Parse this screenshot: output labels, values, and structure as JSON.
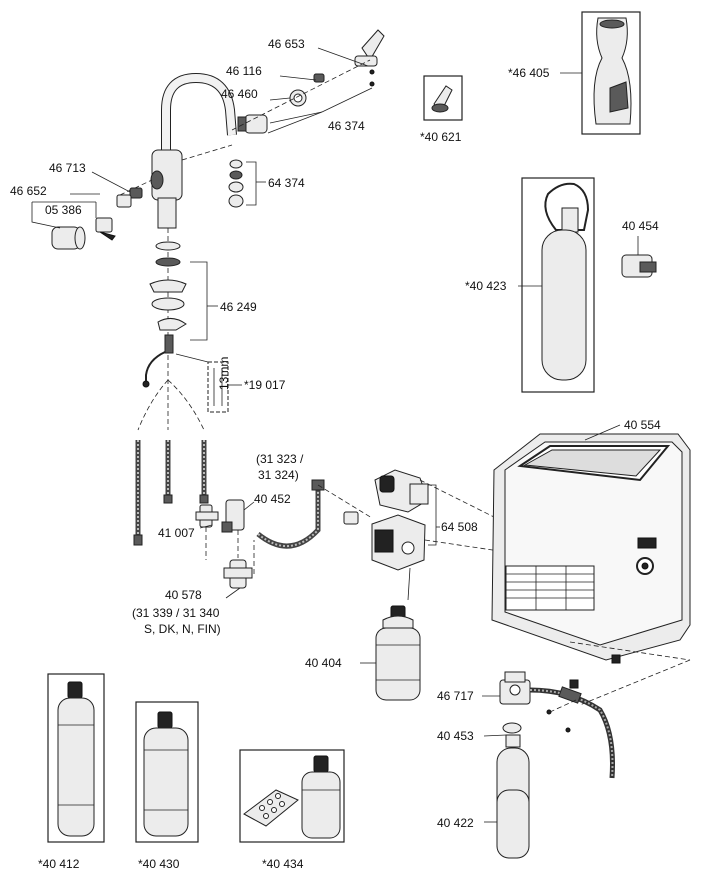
{
  "labels": {
    "p46653": "46 653",
    "p46116": "46 116",
    "p46460": "46 460",
    "p46374": "46 374",
    "p64374": "64 374",
    "p46713": "46 713",
    "p46652": "46 652",
    "p05386": "05 386",
    "p46249": "46 249",
    "p19017": "*19 017",
    "p41007": "41 007",
    "p40452": "40 452",
    "p31323a": "(31 323 /",
    "p31323b": "31 324)",
    "p64508": "64 508",
    "p40578": "40 578",
    "p31339a": "(31 339 / 31 340",
    "p31339b": "S, DK, N, FIN)",
    "p40404": "40 404",
    "p46405": "*46 405",
    "p40621": "*40 621",
    "p40423": "*40 423",
    "p40454": "40 454",
    "p40554": "40 554",
    "p46717": "46 717",
    "p40453": "40 453",
    "p40422": "40 422",
    "p40412": "*40 412",
    "p40430": "*40 430",
    "p40434": "*40 434",
    "ruler": "13mm"
  }
}
